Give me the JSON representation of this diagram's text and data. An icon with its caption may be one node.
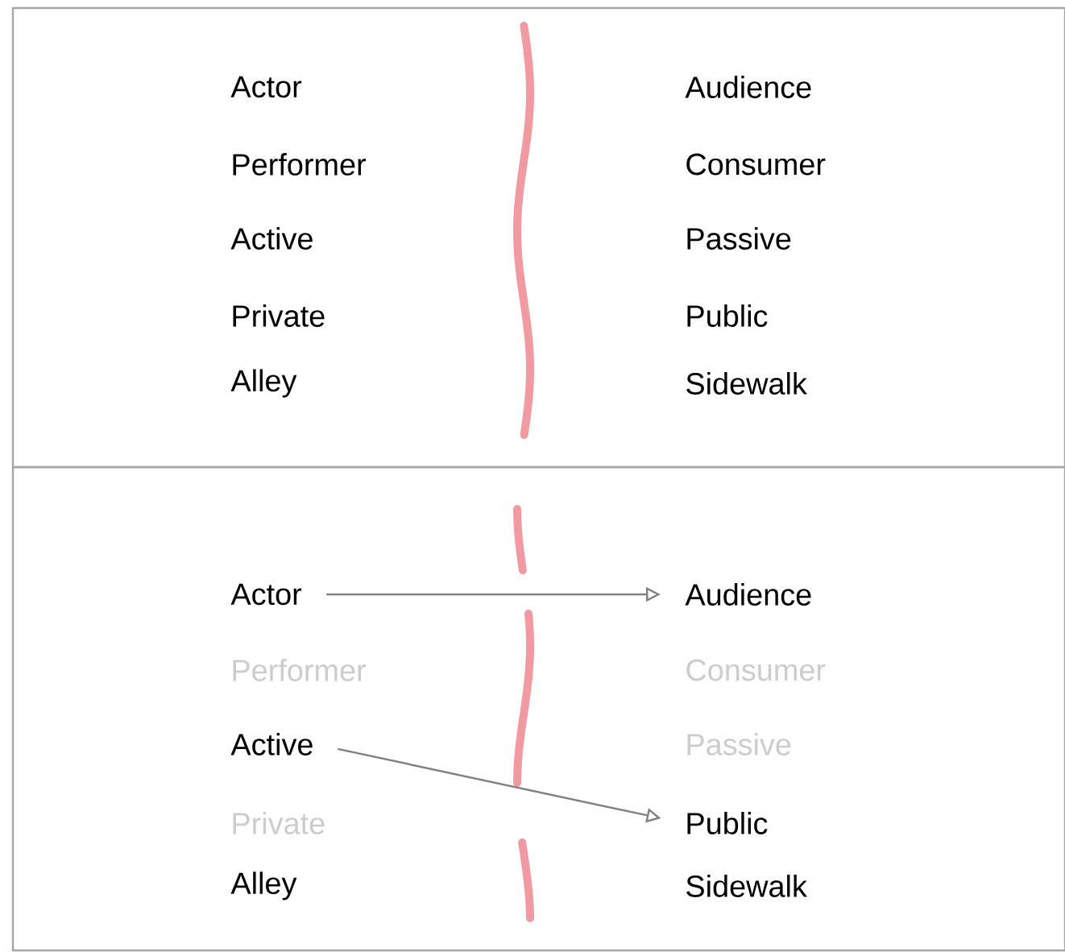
{
  "diagram": {
    "nodes": [
      {
        "text": [
          "Actor"
        ]
      },
      {
        "text": [
          "Audience"
        ]
      },
      {
        "text": [
          "Active"
        ]
      },
      {
        "text": [
          "Public"
        ]
      }
    ],
    "edges": [
      {
        "from": 0,
        "to": 1,
        "arrow": "to"
      },
      {
        "from": 2,
        "to": 3,
        "arrow": "to"
      }
    ],
    "labels": [
      "Actor",
      "Audience",
      "Performer",
      "Consumer",
      "Active",
      "Passive",
      "Private",
      "Public",
      "Alley",
      "Sidewalk",
      "Performer",
      "Consumer",
      "Passive",
      "Private",
      "Alley",
      "Sidewalk"
    ]
  }
}
